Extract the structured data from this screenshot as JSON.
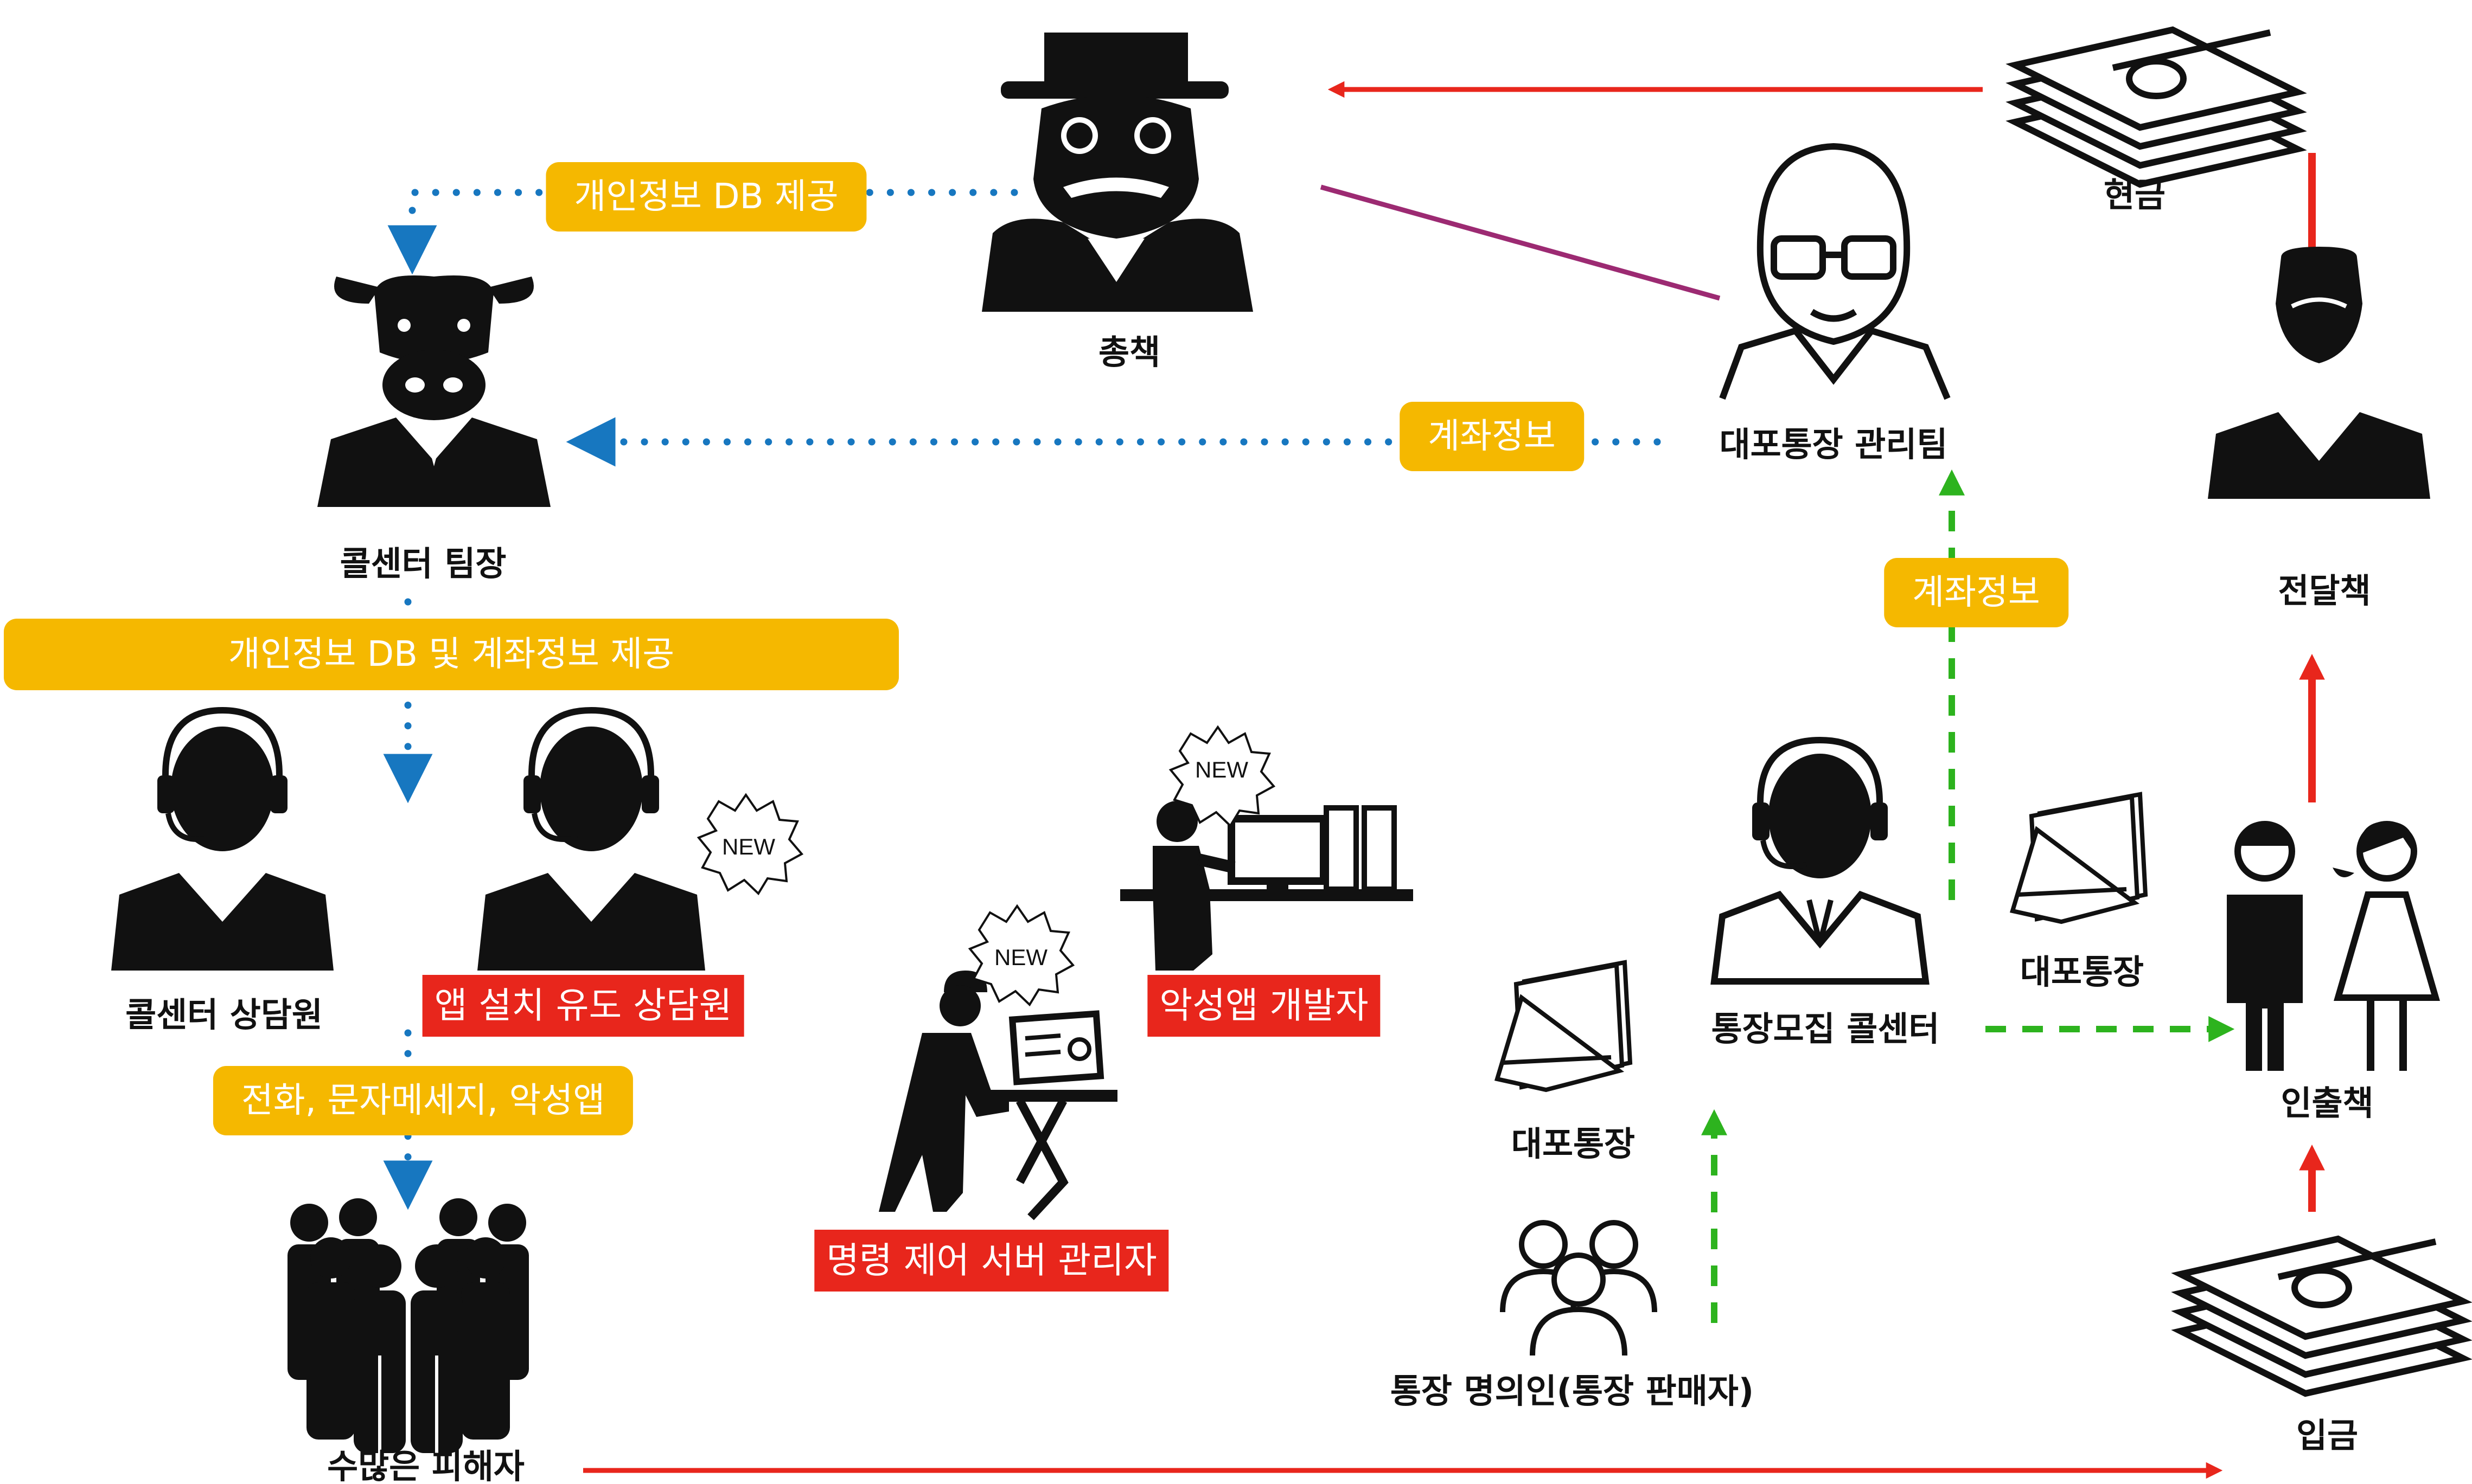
{
  "nodes": {
    "boss": "총책",
    "account_mgmt": "대포통장 관리팀",
    "cash": "현금",
    "courier": "전달책",
    "callcenter_leader": "콜센터 팀장",
    "callcenter_agent": "콜센터 상담원",
    "app_install_agent": "앱 설치 유도 상담원",
    "malware_dev": "악성앱 개발자",
    "c2_admin": "명령 제어 서버 관리자",
    "victims": "수많은 피해자",
    "account_recruit": "통장모집 콜센터",
    "bank_book_right": "대포통장",
    "bank_book_left": "대포통장",
    "account_holder": "통장 명의인(통장 판매자)",
    "withdrawer": "인출책",
    "deposit": "입금"
  },
  "flows": {
    "db_provide": "개인정보 DB 제공",
    "account_info_top": "계좌정보",
    "account_info_side": "계좌정보",
    "db_and_account": "개인정보 DB 및 계좌정보 제공",
    "contact_methods": "전화, 문자메세지, 악성앱"
  },
  "badges": {
    "new": "NEW"
  },
  "colors": {
    "money_flow": "#e8261c",
    "info_flow": "#1777c0",
    "account_flow": "#2db31e",
    "link": "#9c2a72",
    "pill": "#f5b800",
    "highlight": "#e8261c"
  }
}
